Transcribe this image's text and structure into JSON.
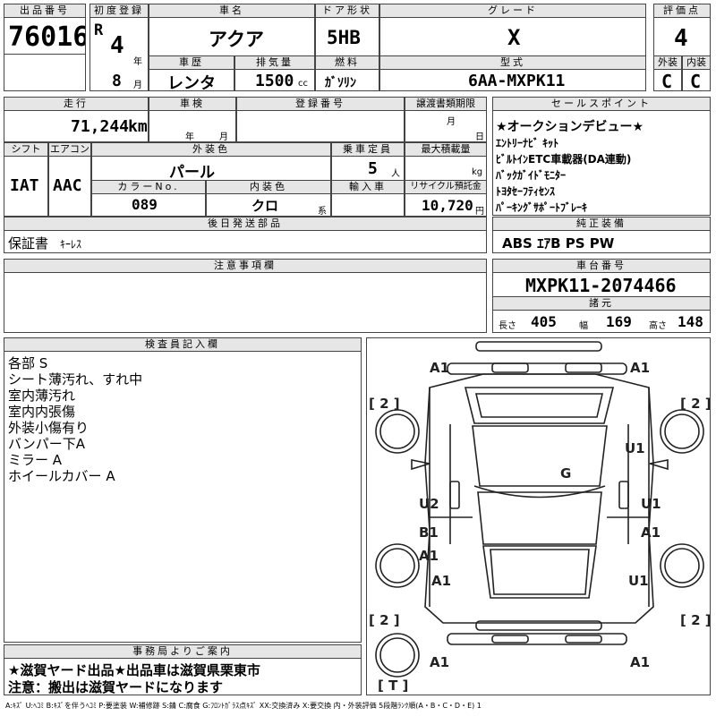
{
  "header": {
    "lot_no_label": "出品番号",
    "lot_no": "76016",
    "first_reg_label": "初度登録",
    "era": "R",
    "year": "4",
    "year_unit": "年",
    "month": "8",
    "month_unit": "月",
    "car_name_label": "車名",
    "car_name": "アクア",
    "door_label": "ドア形状",
    "door": "5HB",
    "grade_label": "グレード",
    "grade": "X",
    "score_label": "評価点",
    "score": "4",
    "history_label": "車歴",
    "history": "レンタ",
    "displacement_label": "排気量",
    "displacement": "1500",
    "displacement_unit": "cc",
    "fuel_label": "燃料",
    "fuel": "ｶﾞｿﾘﾝ",
    "model_label": "型式",
    "model": "6AA-MXPK11",
    "ext_label": "外装",
    "int_label": "内装",
    "ext_grade": "C",
    "int_grade": "C"
  },
  "row2": {
    "mileage_label": "走行",
    "mileage": "71,244",
    "mileage_unit": "km",
    "inspection_label": "車検",
    "insp_year": "年",
    "insp_month": "月",
    "reg_no_label": "登録番号",
    "transfer_label": "譲渡書類期限",
    "transfer_month": "月",
    "transfer_day": "日",
    "shift_label": "シフト",
    "shift": "IAT",
    "ac_label": "エアコン",
    "ac": "AAC",
    "color_label": "外装色",
    "color": "パール",
    "capacity_label": "乗車定員",
    "capacity": "5",
    "capacity_unit": "人",
    "load_label": "最大積載量",
    "load_unit": "kg",
    "color_no_label": "カラーNo.",
    "color_no": "089",
    "int_color_label": "内装色",
    "int_color": "クロ",
    "int_color_unit": "系",
    "import_label": "輸入車",
    "recycle_label": "リサイクル預託金",
    "recycle": "10,720",
    "recycle_unit": "円",
    "later_parts_label": "後日発送部品",
    "later_parts_1": "保証書",
    "later_parts_2": "ｷｰﾚｽ"
  },
  "sales_points": {
    "label": "セールスポイント",
    "items": [
      "★オークションデビュー★",
      "ｴﾝﾄﾘｰﾅﾋﾞ ｷｯﾄ",
      "ﾋﾞﾙﾄｲﾝETC車載器(DA連動)",
      "ﾊﾞｯｸｶﾞｲﾄﾞﾓﾆﾀｰ",
      "ﾄﾖﾀｾｰﾌﾃｨｾﾝｽ",
      "ﾊﾟｰｷﾝｸﾞｻﾎﾟｰﾄﾌﾞﾚｰｷ"
    ]
  },
  "equipment": {
    "label": "純正装備",
    "value": "ABS ｴｱB PS PW"
  },
  "notes": {
    "label": "注意事項欄"
  },
  "chassis": {
    "label": "車台番号",
    "value": "MXPK11-2074466",
    "dims_label": "諸元",
    "length_label": "長さ",
    "length": "405",
    "width_label": "幅",
    "width": "169",
    "height_label": "高さ",
    "height": "148"
  },
  "inspector": {
    "label": "検査員記入欄",
    "lines": [
      "各部 S",
      "シート薄汚れ、すれ中",
      "室内薄汚れ",
      "室内内張傷",
      "外装小傷有り",
      "バンパー下A",
      "ミラー A",
      "ホイールカバー A"
    ]
  },
  "office": {
    "label": "事務局よりご案内",
    "line1": "★滋賀ヤード出品★出品車は滋賀県栗東市",
    "line2": "注意：搬出は滋賀ヤードになります"
  },
  "diagram_labels": {
    "front_left": "A1",
    "front_right": "A1",
    "fender_fl": "[ 2 ]",
    "fender_fr": "[ 2 ]",
    "u1_right_front": "U1",
    "roof": "G",
    "u2_left": "U2",
    "u1_right_mid": "U1",
    "b1_left": "B1",
    "a1_left_mid": "A1",
    "a1_right_mid": "A1",
    "a1_left_rear": "A1",
    "u1_right_rear": "U1",
    "fender_rl": "[ 2 ]",
    "fender_rr": "[ 2 ]",
    "rear_left": "A1",
    "rear_right": "A1",
    "trunk": "[ T ]"
  },
  "legend": "A:ｷｽﾞ U:ﾍｺﾐ B:ｷｽﾞを伴うﾍｺﾐ P:要塗装 W:補修跡 S:錆 C:腐食 G:ﾌﾛﾝﾄｶﾞﾗｽ点ｷｽﾞ XX:交換済み X:要交換 内・外装評価 5段階ﾗﾝｸ順(A・B・C・D・E) 1"
}
